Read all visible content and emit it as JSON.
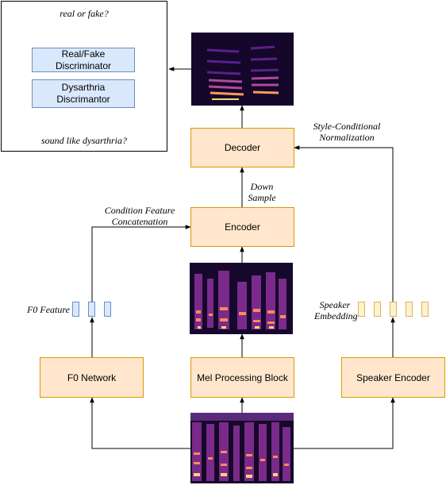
{
  "discriminator_panel": {
    "top_question": "real or fake?",
    "bottom_question": "sound like dysarthria?",
    "real_fake": "Real/Fake Discriminator",
    "dysarthria": "Dysarthria Discrimantor"
  },
  "blocks": {
    "decoder": "Decoder",
    "encoder": "Encoder",
    "f0_network": "F0 Network",
    "mel_processing": "Mel Processing Block",
    "speaker_encoder": "Speaker Encoder"
  },
  "labels": {
    "style_conditional": "Style-Conditional Normalization",
    "down_sample": "Down Sample",
    "condition_concat": "Condition Feature Concatenation",
    "f0_feature": "F0 Feature",
    "speaker_embedding": "Speaker Embedding"
  },
  "colors": {
    "block_fill": "#ffe6cc",
    "block_border": "#d79b00",
    "disc_fill": "#dae8fc",
    "disc_border": "#6c8ebf",
    "embedding_fill": "#fff2cc",
    "embedding_border": "#d6b656",
    "spectrogram_dark": "#1a0b2e",
    "spectrogram_bright": "#ffb36a"
  }
}
